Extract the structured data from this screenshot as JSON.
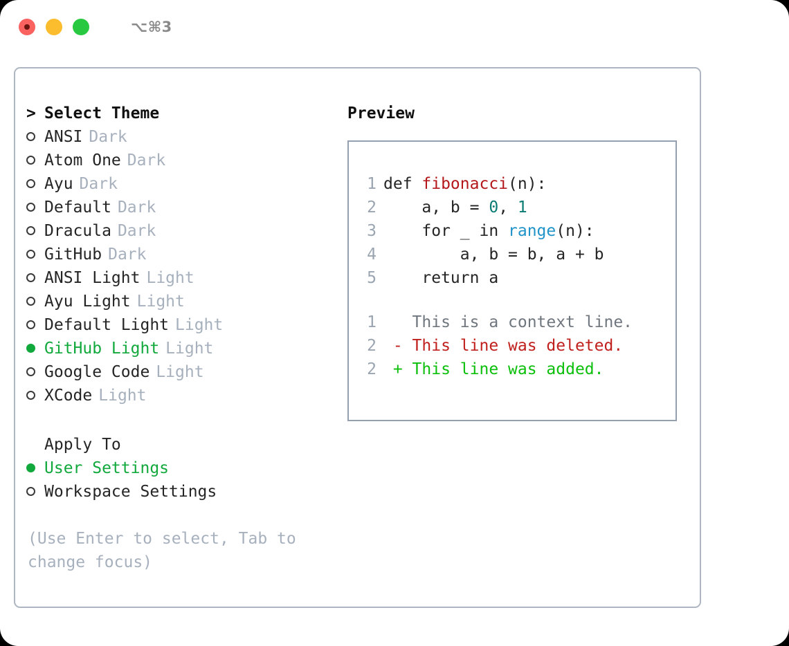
{
  "titlebar": {
    "shortcut": "⌥⌘3",
    "buttons": [
      {
        "name": "close",
        "color": "#f9625e"
      },
      {
        "name": "minimize",
        "color": "#fbbd2e"
      },
      {
        "name": "maximize",
        "color": "#28c840"
      }
    ]
  },
  "theme_list": {
    "header": "Select Theme",
    "header_marker": ">",
    "unselected_marker": "○",
    "selected_marker": "●",
    "items": [
      {
        "name": "ANSI",
        "kind": "Dark",
        "selected": false
      },
      {
        "name": "Atom One",
        "kind": "Dark",
        "selected": false
      },
      {
        "name": "Ayu",
        "kind": "Dark",
        "selected": false
      },
      {
        "name": "Default",
        "kind": "Dark",
        "selected": false
      },
      {
        "name": "Dracula",
        "kind": "Dark",
        "selected": false
      },
      {
        "name": "GitHub",
        "kind": "Dark",
        "selected": false
      },
      {
        "name": "ANSI Light",
        "kind": "Light",
        "selected": false
      },
      {
        "name": "Ayu Light",
        "kind": "Light",
        "selected": false
      },
      {
        "name": "Default Light",
        "kind": "Light",
        "selected": false
      },
      {
        "name": "GitHub Light",
        "kind": "Light",
        "selected": true
      },
      {
        "name": "Google Code",
        "kind": "Light",
        "selected": false
      },
      {
        "name": "XCode",
        "kind": "Light",
        "selected": false
      }
    ]
  },
  "apply_to": {
    "title": "Apply To",
    "options": [
      {
        "label": "User Settings",
        "selected": true
      },
      {
        "label": "Workspace Settings",
        "selected": false
      }
    ]
  },
  "hint": "(Use Enter to select, Tab to change focus)",
  "preview": {
    "title": "Preview",
    "code_lines": [
      {
        "no": "1",
        "parts": [
          {
            "t": "def ",
            "c": "plain"
          },
          {
            "t": "fibonacci",
            "c": "fn"
          },
          {
            "t": "(n):",
            "c": "plain"
          }
        ]
      },
      {
        "no": "2",
        "parts": [
          {
            "t": "    a, b = ",
            "c": "plain"
          },
          {
            "t": "0",
            "c": "num"
          },
          {
            "t": ", ",
            "c": "plain"
          },
          {
            "t": "1",
            "c": "num"
          }
        ]
      },
      {
        "no": "3",
        "parts": [
          {
            "t": "    for _ in ",
            "c": "plain"
          },
          {
            "t": "range",
            "c": "call"
          },
          {
            "t": "(n):",
            "c": "plain"
          }
        ]
      },
      {
        "no": "4",
        "parts": [
          {
            "t": "        a, b = b, a + b",
            "c": "plain"
          }
        ]
      },
      {
        "no": "5",
        "parts": [
          {
            "t": "    return a",
            "c": "plain"
          }
        ]
      }
    ],
    "diff_lines": [
      {
        "no": "1",
        "sign": " ",
        "text": "This is a context line.",
        "kind": "ctx"
      },
      {
        "no": "2",
        "sign": "-",
        "text": "This line was deleted.",
        "kind": "del"
      },
      {
        "no": "2",
        "sign": "+",
        "text": "This line was added.",
        "kind": "add"
      }
    ]
  },
  "colors": {
    "selection_green": "#11a83c",
    "diff_added": "#0bbf0b",
    "diff_deleted": "#c0201d",
    "muted": "#a7b0bd",
    "panel_border": "#aeb6c2",
    "preview_border": "#94a0ae",
    "syntax_function": "#b3171b",
    "syntax_number": "#0a7b72",
    "syntax_call": "#2093c9"
  }
}
